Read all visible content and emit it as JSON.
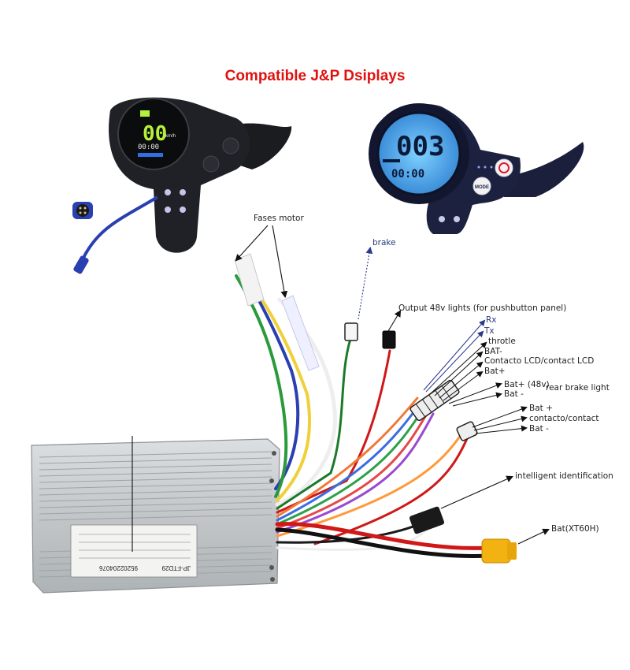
{
  "title": "Compatible J&P Dsiplays",
  "colors": {
    "title": "#e0120f",
    "display_body": "#1d1f24",
    "lcd_green": "#b7f03a",
    "lcd_blue": "#3fa0e8",
    "wire_blue": "#2a3fb0",
    "controller_body": "#c9ccce",
    "xt60": "#f2b211"
  },
  "display_left": {
    "speed": "00",
    "unit": "km/h",
    "time": "00:00"
  },
  "display_right": {
    "speed": "003",
    "time": "00:00",
    "mode_button": "MODE"
  },
  "controller": {
    "label_brand": "JP-FTD29",
    "serial": "95202204076"
  },
  "labels": {
    "fases_motor": "Fases motor",
    "brake": "brake",
    "output_lights": "Output 48v lights (for pushbutton panel)",
    "rx": "Rx",
    "tx": "Tx",
    "throtle": "throtle",
    "bat_minus_1": "BAT-",
    "contacto_lcd": "Contacto LCD/contact LCD",
    "bat_plus_1": "Bat+",
    "bat_plus_48v": "Bat+ (48v)",
    "rear_brake_light": "rear brake light",
    "bat_minus_2": "Bat -",
    "bat_plus_2": "Bat +",
    "contacto_contact": "contacto/contact",
    "bat_minus_3": "Bat -",
    "intelligent_identification": "intelligent identification",
    "bat_xt60h": "Bat(XT60H)"
  }
}
